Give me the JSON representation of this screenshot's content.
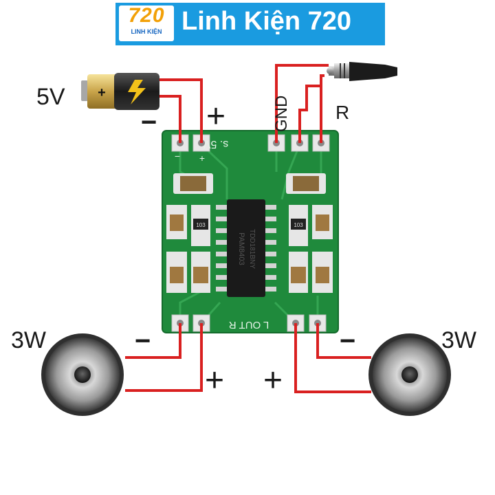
{
  "header": {
    "logo_number": "720",
    "logo_text": "LINH KIỆN",
    "title": "Linh Kiện 720",
    "banner_color": "#1a9be0",
    "logo_color": "#f2a007"
  },
  "power": {
    "voltage": "5V",
    "minus": "−",
    "plus": "+"
  },
  "audio_input": {
    "gnd": "GND",
    "right": "R"
  },
  "board": {
    "chip_label_1": "PAM8403",
    "chip_label_2": "TDD181BNY",
    "top_silk": "s.  5V",
    "bottom_silk": "L  OUT  R",
    "resistor_code": "103",
    "pad_minus": "−",
    "pad_plus": "+",
    "pcb_color": "#1f8a3c"
  },
  "left_speaker": {
    "power": "3W",
    "minus": "−",
    "plus": "+"
  },
  "right_speaker": {
    "power": "3W",
    "minus": "−",
    "plus": "+"
  },
  "wire_color": "#d92020"
}
